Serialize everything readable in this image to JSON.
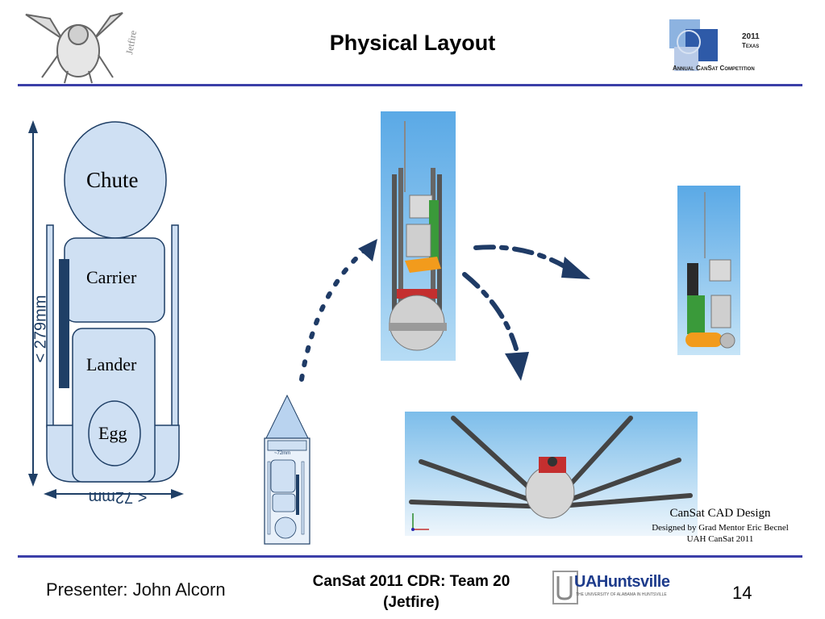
{
  "slide": {
    "title": "Physical Layout",
    "page_number": "14"
  },
  "layout_diagram": {
    "height_label": "< 279mm",
    "width_label": "< 72mm",
    "sections": {
      "chute": "Chute",
      "carrier": "Carrier",
      "lander": "Lander",
      "egg": "Egg"
    }
  },
  "mini_diagram": {
    "label": "~72mm"
  },
  "cad_caption": {
    "line1": "CanSat CAD Design",
    "line2": "Designed by Grad Mentor Eric Becnel",
    "line3": "UAH CanSat 2011"
  },
  "competition_logo": {
    "year": "2011",
    "state": "Texas",
    "name": "Annual CanSat Competition"
  },
  "footer": {
    "presenter": "Presenter: John Alcorn",
    "team_line1": "CanSat 2011 CDR:  Team 20",
    "team_line2": "(Jetfire)",
    "university_logo_text": "UAHuntsville",
    "university_sub": "THE UNIVERSITY OF ALABAMA IN HUNTSVILLE"
  },
  "colors": {
    "rule": "#3b3fa8",
    "diagram_fill": "#cfe0f3",
    "diagram_stroke": "#1f3f66",
    "arrow": "#1f3b66",
    "cad_sky": "#6fb6ea"
  }
}
